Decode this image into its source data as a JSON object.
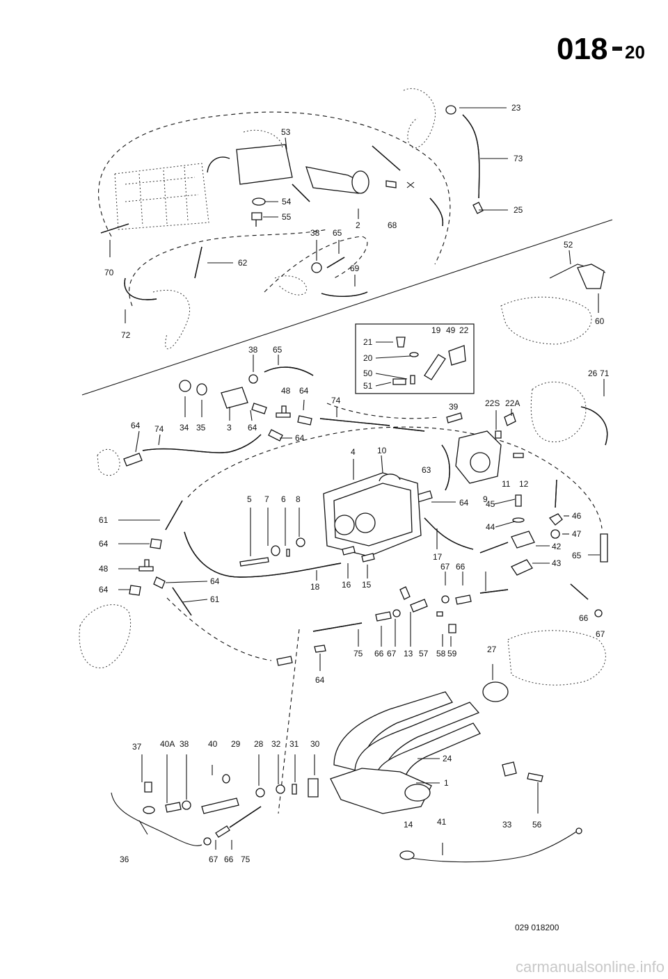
{
  "page": {
    "number_main": "018",
    "number_sub": "20",
    "footer_code": "029 018200",
    "watermark": "carmanualsonline.info"
  },
  "callouts": {
    "n1": "1",
    "n2": "2",
    "n3": "3",
    "n4": "4",
    "n5": "5",
    "n6": "6",
    "n7": "7",
    "n8": "8",
    "n9": "9",
    "n10": "10",
    "n11": "11",
    "n12": "12",
    "n13": "13",
    "n14": "14",
    "n15": "15",
    "n16": "16",
    "n17": "17",
    "n18": "18",
    "n19": "19",
    "n20": "20",
    "n21": "21",
    "n22": "22",
    "n22s": "22S",
    "n22a": "22A",
    "n23": "23",
    "n24": "24",
    "n25": "25",
    "n26": "26",
    "n27": "27",
    "n28": "28",
    "n29": "29",
    "n30": "30",
    "n31": "31",
    "n32": "32",
    "n33": "33",
    "n34": "34",
    "n35": "35",
    "n36": "36",
    "n37": "37",
    "n38": "38",
    "n39": "39",
    "n40": "40",
    "n40a": "40A",
    "n41": "41",
    "n42": "42",
    "n43": "43",
    "n44": "44",
    "n45": "45",
    "n46": "46",
    "n47": "47",
    "n48": "48",
    "n49": "49",
    "n50": "50",
    "n51": "51",
    "n52": "52",
    "n53": "53",
    "n54": "54",
    "n55": "55",
    "n56": "56",
    "n57": "57",
    "n58": "58",
    "n59": "59",
    "n60": "60",
    "n61": "61",
    "n62": "62",
    "n63": "63",
    "n64": "64",
    "n65": "65",
    "n66": "66",
    "n67": "67",
    "n68": "68",
    "n69": "69",
    "n70": "70",
    "n71": "71",
    "n72": "72",
    "n73": "73",
    "n74": "74",
    "n75": "75"
  }
}
